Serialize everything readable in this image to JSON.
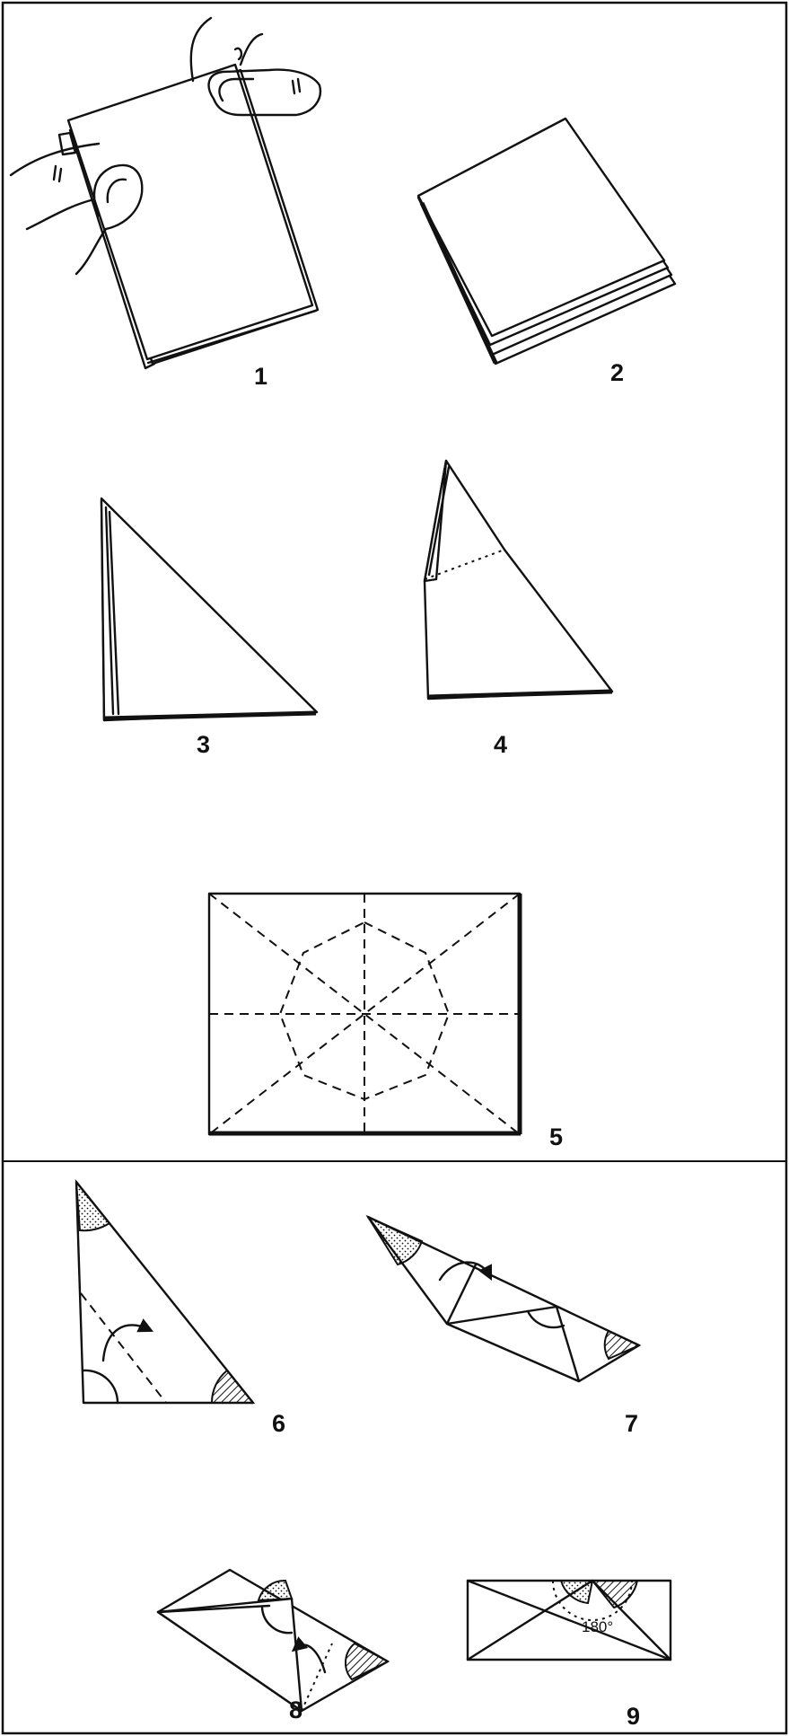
{
  "figures": [
    {
      "number": "1"
    },
    {
      "number": "2"
    },
    {
      "number": "3"
    },
    {
      "number": "4"
    },
    {
      "number": "5"
    },
    {
      "number": "6"
    },
    {
      "number": "7"
    },
    {
      "number": "8"
    },
    {
      "number": "9"
    }
  ],
  "annotations": {
    "angle_180": "180°"
  }
}
